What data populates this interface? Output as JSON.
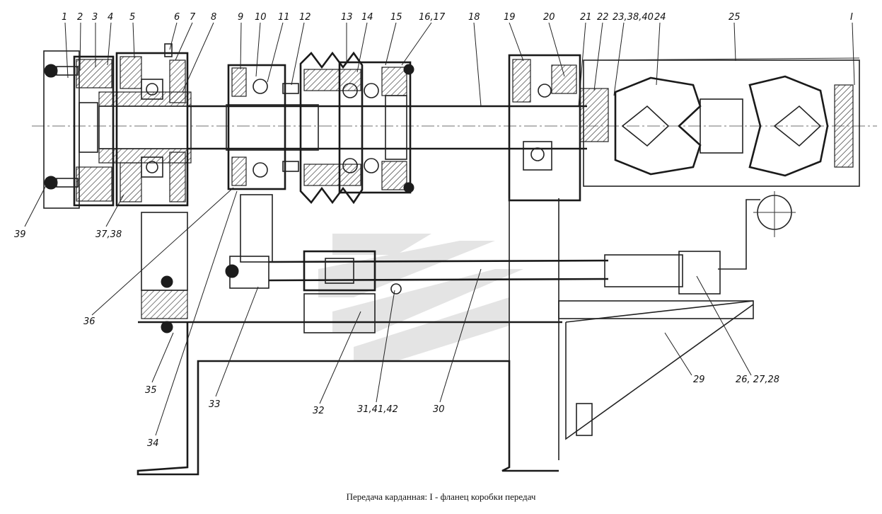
{
  "caption": "Передача карданная: I - фланец коробки передач",
  "callouts": {
    "c1": "1",
    "c2": "2",
    "c3": "3",
    "c4": "4",
    "c5": "5",
    "c6": "6",
    "c7": "7",
    "c8": "8",
    "c9": "9",
    "c10": "10",
    "c11": "11",
    "c12": "12",
    "c13": "13",
    "c14": "14",
    "c15": "15",
    "c16": "16,17",
    "c18": "18",
    "c19": "19",
    "c20": "20",
    "c21": "21",
    "c22": "22",
    "c23": "23,38,40",
    "c24": "24",
    "c25": "25",
    "cI": "I",
    "c39": "39",
    "c37": "37,38",
    "c36": "36",
    "c35": "35",
    "c34": "34",
    "c33": "33",
    "c32": "32",
    "c31": "31,41,42",
    "c30": "30",
    "c29": "29",
    "c26": "26, 27,28"
  },
  "colors": {
    "line": "#222222",
    "watermark": "#cfcfcf",
    "background": "#ffffff"
  }
}
